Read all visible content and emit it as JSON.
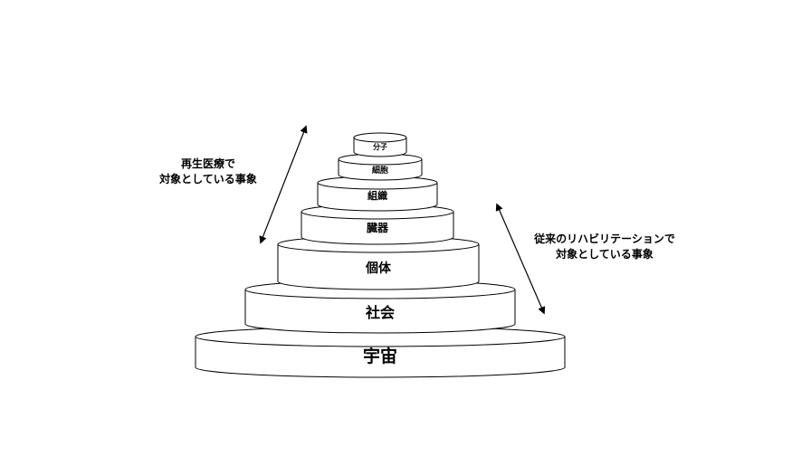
{
  "tiers": [
    {
      "label": "分子"
    },
    {
      "label": "細胞"
    },
    {
      "label": "組織"
    },
    {
      "label": "臓器"
    },
    {
      "label": "個体"
    },
    {
      "label": "社会"
    },
    {
      "label": "宇宙"
    }
  ],
  "annotations": {
    "regenerative": {
      "line1": "再生医療で",
      "line2": "対象としている事象"
    },
    "rehab": {
      "line1": "従来のリハビリテーションで",
      "line2": "対象としている事象"
    }
  }
}
